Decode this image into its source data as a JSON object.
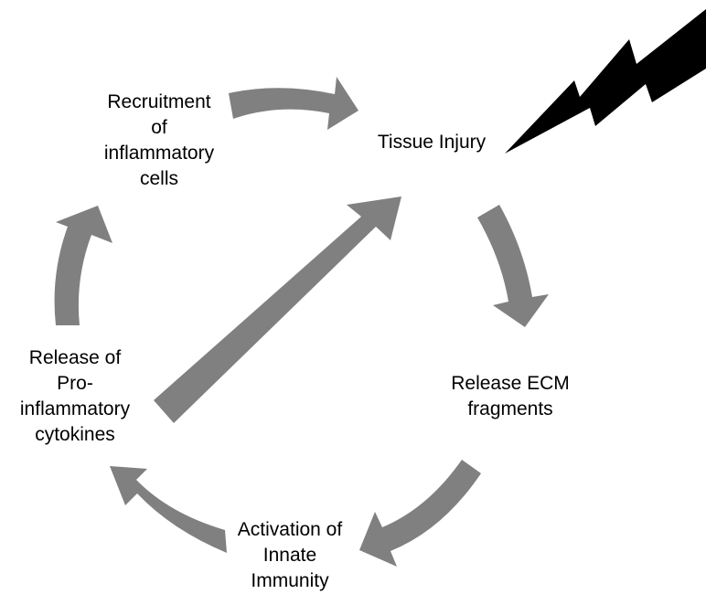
{
  "colors": {
    "arrow": "#808080",
    "lightning": "#000000",
    "text": "#000000",
    "background": "#ffffff"
  },
  "icons": {
    "injury": "lightning-bolt-icon"
  },
  "nodes": {
    "tissue_injury": {
      "lines": [
        "Tissue Injury"
      ]
    },
    "release_ecm": {
      "lines": [
        "Release ECM",
        "fragments"
      ]
    },
    "activation_innate": {
      "lines": [
        "Activation of",
        "Innate",
        "Immunity"
      ]
    },
    "release_cytokines": {
      "lines": [
        "Release of",
        "Pro-",
        "inflammatory",
        "cytokines"
      ]
    },
    "recruitment": {
      "lines": [
        "Recruitment",
        "of",
        "inflammatory",
        "cells"
      ]
    }
  }
}
